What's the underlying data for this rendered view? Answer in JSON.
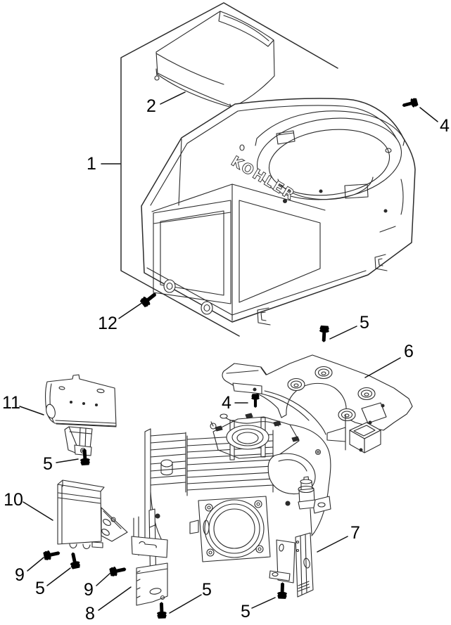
{
  "diagram": {
    "background": "#ffffff",
    "line_color": "#2b2b2b",
    "label_color": "#000000",
    "logo_text": "KOHLER"
  },
  "callouts": [
    {
      "text": "1"
    },
    {
      "text": "2"
    },
    {
      "text": "4"
    },
    {
      "text": "12"
    },
    {
      "text": "5"
    },
    {
      "text": "6"
    },
    {
      "text": "4"
    },
    {
      "text": "11"
    },
    {
      "text": "5"
    },
    {
      "text": "10"
    },
    {
      "text": "9"
    },
    {
      "text": "5"
    },
    {
      "text": "9"
    },
    {
      "text": "8"
    },
    {
      "text": "5"
    },
    {
      "text": "5"
    },
    {
      "text": "7"
    }
  ]
}
